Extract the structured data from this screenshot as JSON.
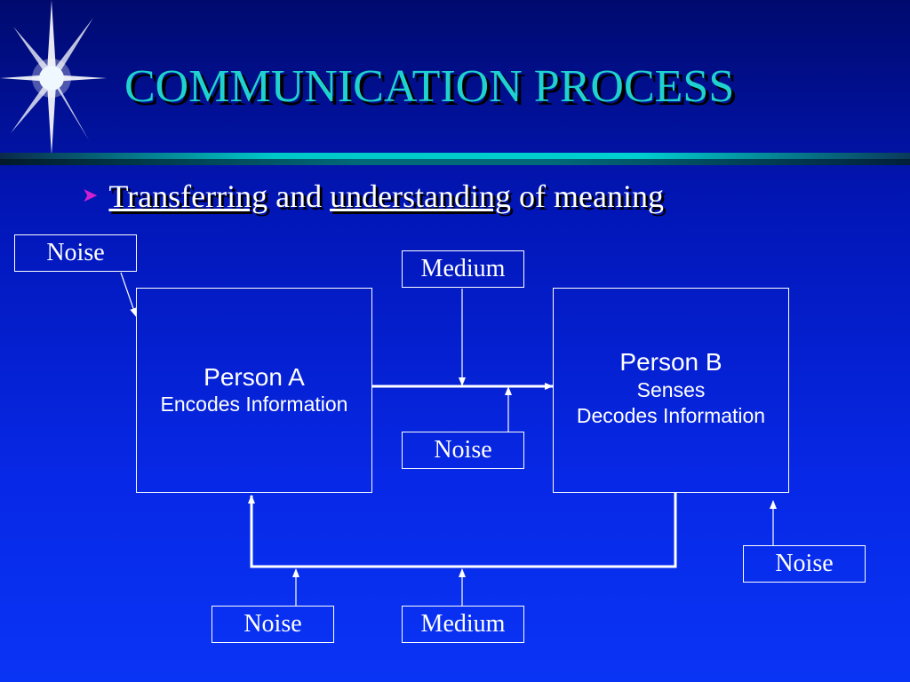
{
  "title": "COMMUNICATION PROCESS",
  "bullet": {
    "word1": "Transferring",
    "and": "and",
    "word2": "understanding",
    "rest": "of meaning"
  },
  "diagram": {
    "noise_top_left": "Noise",
    "medium_top": "Medium",
    "person_a": {
      "name": "Person A",
      "line1": "Encodes Information"
    },
    "person_b": {
      "name": "Person B",
      "line1": "Senses",
      "line2": "Decodes Information"
    },
    "noise_middle": "Noise",
    "noise_right": "Noise",
    "noise_bottom": "Noise",
    "medium_bottom": "Medium"
  },
  "colors": {
    "title": "#1fd2cf",
    "bullet_arrow": "#d020d0",
    "text": "#ffffff",
    "background": "#0216b6"
  }
}
